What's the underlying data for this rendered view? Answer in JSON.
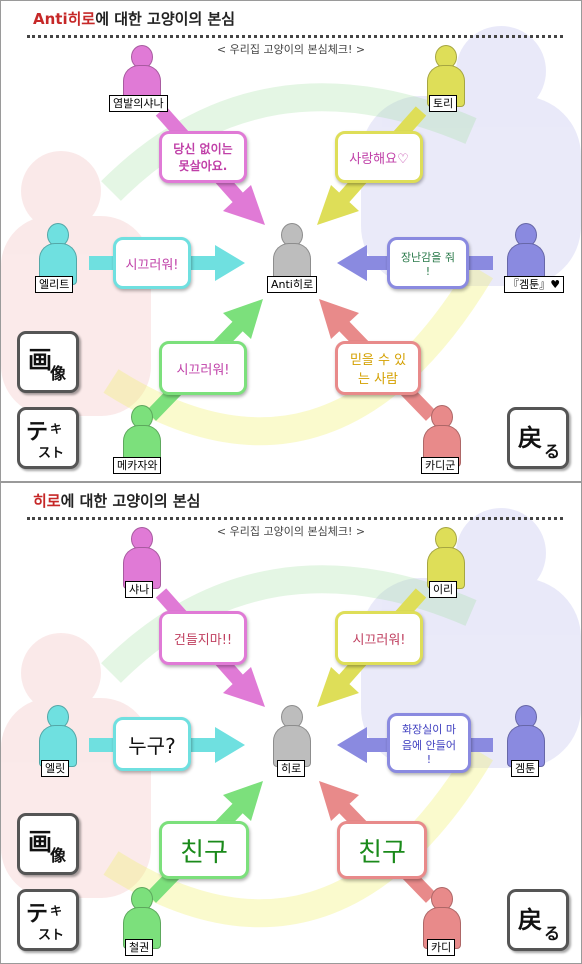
{
  "colors": {
    "pink": "#e07ad6",
    "yellow": "#dede58",
    "cyan": "#6fe0e0",
    "purple": "#8a8ae0",
    "green": "#7ce07c",
    "salmon": "#e88a8a",
    "gray": "#bdbdbd",
    "title_highlight": "#c62828"
  },
  "panels": [
    {
      "title_highlight": "Anti히로",
      "title_rest": "에 대한 고양이의 본심",
      "subtitle": "< 우리집 고양이의 본심체크! >",
      "center_name": "Anti히로",
      "people": {
        "top_left": "염발의샤나",
        "top_right": "토리",
        "left": "엘리트",
        "right": "『겜툰』♥",
        "bottom_left": "메카자와",
        "bottom_right": "카디군"
      },
      "bubbles": {
        "top_left": [
          "당신 없이는",
          "못살아요."
        ],
        "top_right": [
          "사랑해요♡"
        ],
        "left": [
          "시끄러워!"
        ],
        "right": [
          "장난감을 줘",
          "!"
        ],
        "bottom_left": [
          "시끄러워!"
        ],
        "bottom_right": [
          "믿을 수 있",
          "는 사람"
        ]
      }
    },
    {
      "title_highlight": "히로",
      "title_rest": "에 대한 고양이의 본심",
      "subtitle": "< 우리집 고양이의 본심체크! >",
      "center_name": "히로",
      "people": {
        "top_left": "샤나",
        "top_right": "이리",
        "left": "엘릿",
        "right": "겜툰",
        "bottom_left": "철권",
        "bottom_right": "카디"
      },
      "bubbles": {
        "top_left": [
          "건들지마!!"
        ],
        "top_right": [
          "시끄러워!"
        ],
        "left": [
          "누구?"
        ],
        "right": [
          "화장실이 마",
          "음에 안들어",
          "!"
        ],
        "bottom_left": [
          "친구"
        ],
        "bottom_right": [
          "친구"
        ]
      }
    }
  ],
  "buttons": {
    "image": {
      "main": "画",
      "sub": "像"
    },
    "text": {
      "main": "テ",
      "mid": "キ",
      "sub": "スト"
    },
    "back": {
      "main": "戻",
      "sub": "る"
    }
  }
}
